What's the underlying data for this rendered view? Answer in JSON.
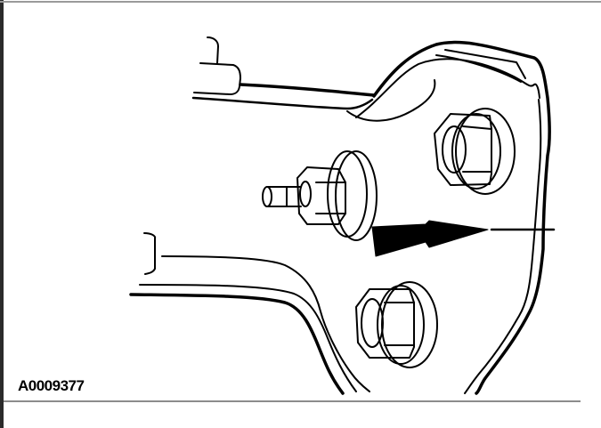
{
  "figure": {
    "caption_code": "A0009377",
    "description": "Service illustration: bracket with two flange nuts and a stud with nut, arrow pointing to component",
    "colors": {
      "line": "#000000",
      "background": "#ffffff",
      "rule": "#8c8c8c",
      "left_bar": "#2b2b2b"
    },
    "parts": [
      {
        "name": "upper-flange-nut"
      },
      {
        "name": "stud-nut-assembly"
      },
      {
        "name": "lower-flange-nut"
      },
      {
        "name": "direction-arrow"
      },
      {
        "name": "bracket-plate"
      },
      {
        "name": "upper-arm"
      },
      {
        "name": "lower-arm"
      }
    ]
  }
}
